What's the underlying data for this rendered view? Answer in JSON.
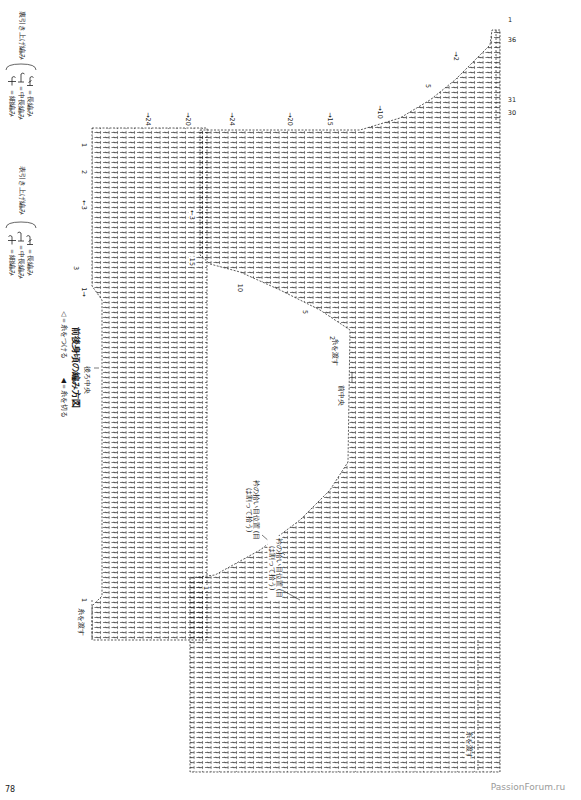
{
  "diagram": {
    "title": "前後身頃の編み方図",
    "labels": [
      "◁＝糸をつける",
      "◀＝糸を切る",
      "表引き上げ編み",
      "裏引き上げ編み",
      "後ろ中央",
      "前中央",
      "衿の拾い目位置 (目は割って拾う)",
      "衿の拾い目位置 (目は割って拾う)",
      "糸を渡す",
      "糸を渡す",
      "糸を渡す",
      "78",
      "PassionForum.ru",
      "→24",
      "→20",
      "1",
      "2",
      "←3",
      "3",
      "1→",
      "→24",
      "→20",
      "→15",
      "→10",
      "5",
      "→2",
      "1",
      "36",
      "31",
      "30",
      "←3",
      "15",
      "10",
      "5",
      "2",
      "1",
      "1"
    ],
    "legend": [
      {
        "text": "＝細編み"
      },
      {
        "text": "＝中長編み"
      },
      {
        "text": "＝長編み"
      },
      {
        "text": "＝細編み"
      },
      {
        "text": "＝中長編み"
      },
      {
        "text": "＝長編み"
      }
    ]
  }
}
